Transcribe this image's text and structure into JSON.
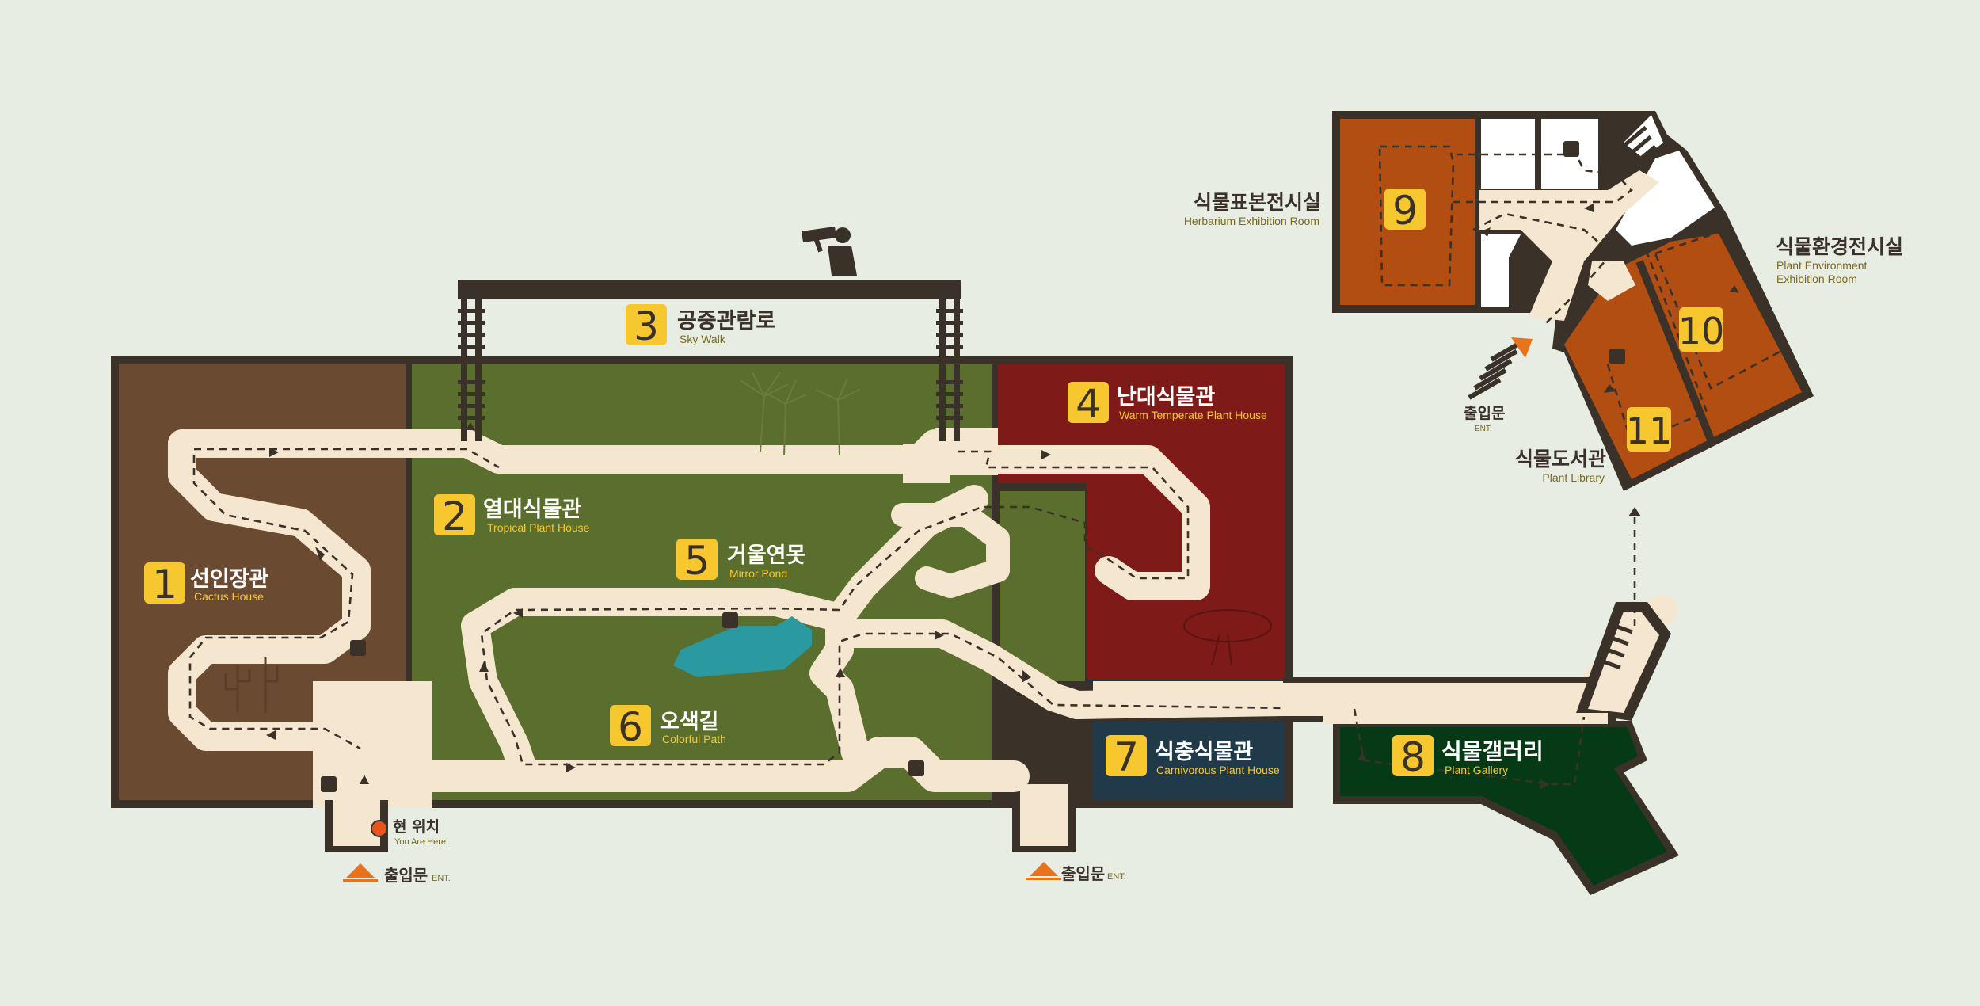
{
  "title": "",
  "colors": {
    "background": "#e8ede4",
    "wall": "#3a3128",
    "cactus_house": "#6b4a32",
    "tropical_house": "#5a6e2e",
    "warm_temperate_house": "#7e1a18",
    "carnivorous_house": "#203a4a",
    "plant_gallery": "#063a16",
    "orange_rooms": "#b24e12",
    "walkway": "#f5e6cf",
    "pond": "#2a9aa0",
    "badge": "#f7c730",
    "entrance_marker": "#e8731c",
    "you_are_here": "#e8541c"
  },
  "zones": {
    "z1": {
      "num": "1",
      "kr": "선인장관",
      "en": "Cactus House"
    },
    "z2": {
      "num": "2",
      "kr": "열대식물관",
      "en": "Tropical Plant House"
    },
    "z3": {
      "num": "3",
      "kr": "공중관람로",
      "en": "Sky Walk"
    },
    "z4": {
      "num": "4",
      "kr": "난대식물관",
      "en": "Warm Temperate Plant House"
    },
    "z5": {
      "num": "5",
      "kr": "거울연못",
      "en": "Mirror Pond"
    },
    "z6": {
      "num": "6",
      "kr": "오색길",
      "en": "Colorful Path"
    },
    "z7": {
      "num": "7",
      "kr": "식충식물관",
      "en": "Carnivorous Plant House"
    },
    "z8": {
      "num": "8",
      "kr": "식물갤러리",
      "en": "Plant Gallery"
    },
    "z9": {
      "num": "9",
      "kr": "식물표본전시실",
      "en": "Herbarium Exhibition Room"
    },
    "z10": {
      "num": "10",
      "kr": "식물환경전시실",
      "en1": "Plant Environment",
      "en2": "Exhibition Room"
    },
    "z11": {
      "num": "11",
      "kr": "식물도서관",
      "en": "Plant Library"
    }
  },
  "you_are_here": {
    "kr": "현 위치",
    "en": "You Are Here"
  },
  "entrances": {
    "left": {
      "kr": "출입문",
      "en": "ENT."
    },
    "center": {
      "kr": "출입문",
      "en": "ENT."
    },
    "annex": {
      "kr": "출입문",
      "en": "ENT."
    }
  },
  "icons": [
    "telescope-viewer-icon",
    "palm-trees-icon",
    "cactus-icon",
    "tree-icon",
    "stairs-icon",
    "entrance-arrow-icon",
    "you-are-here-icon"
  ]
}
